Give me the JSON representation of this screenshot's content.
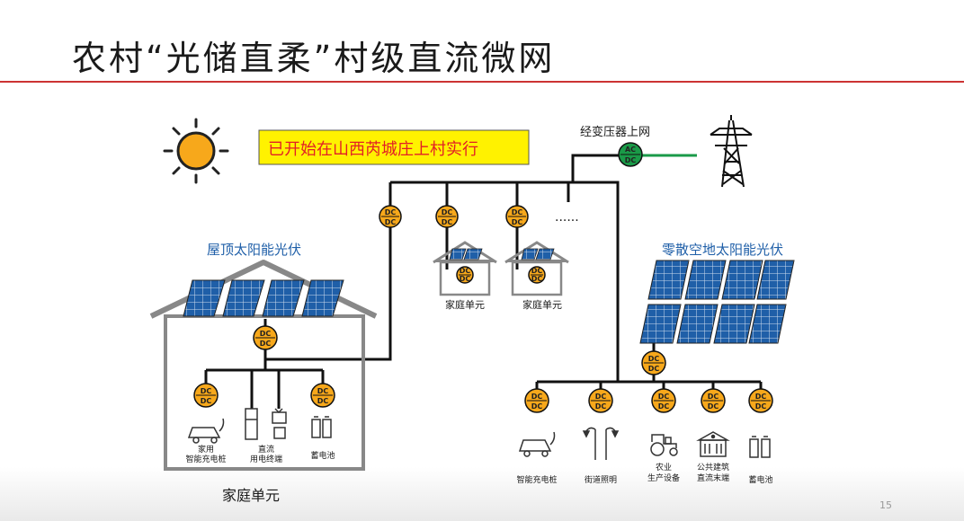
{
  "slide": {
    "title": "农村“光储直柔”村级直流微网",
    "page_number": "15"
  },
  "callout": {
    "text": "已开始在山西芮城庄上村实行",
    "bg_color": "#fff200",
    "text_color": "#e21f26"
  },
  "grid": {
    "label": "经变压器上网",
    "converter": [
      "AC",
      "DC"
    ],
    "converter_color": "#1a9a48",
    "line_color": "#1a9a48"
  },
  "rooftop": {
    "label": "屋顶太阳能光伏",
    "label_color": "#1f5fa8",
    "house_label": "家庭单元",
    "loads": [
      {
        "label_lines": [
          "家用",
          "智能充电桩"
        ],
        "icon": "car-charger-icon"
      },
      {
        "label_lines": [
          "直流",
          "用电终端"
        ],
        "icon": "fridge-tv-icon"
      },
      {
        "label_lines": [
          "蓄电池"
        ],
        "icon": "battery-icon"
      }
    ]
  },
  "households": {
    "units": [
      {
        "label": "家庭单元"
      },
      {
        "label": "家庭单元"
      }
    ],
    "more": "......"
  },
  "field": {
    "label": "零散空地太阳能光伏",
    "label_color": "#1f5fa8",
    "loads": [
      {
        "label_lines": [
          "智能充电桩"
        ],
        "icon": "car-charger-icon"
      },
      {
        "label_lines": [
          "街道照明"
        ],
        "icon": "street-light-icon"
      },
      {
        "label_lines": [
          "农业",
          "生产设备"
        ],
        "icon": "tractor-icon"
      },
      {
        "label_lines": [
          "公共建筑",
          "直流末端"
        ],
        "icon": "public-building-icon"
      },
      {
        "label_lines": [
          "蓄电池"
        ],
        "icon": "battery-icon"
      }
    ]
  },
  "converter_label": [
    "DC",
    "DC"
  ],
  "converter_color": "#f7a81b"
}
